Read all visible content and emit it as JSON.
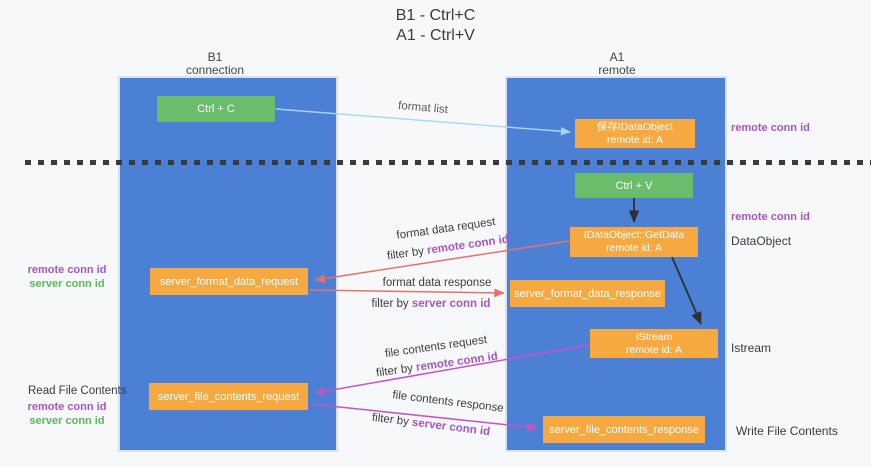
{
  "title": {
    "line1": "B1 - Ctrl+C",
    "line2": "A1 - Ctrl+V"
  },
  "lanes": {
    "left": {
      "title": "B1",
      "subtitle": "connection"
    },
    "right": {
      "title": "A1",
      "subtitle": "remote"
    }
  },
  "boxes": {
    "ctrl_c": {
      "label": "Ctrl + C"
    },
    "ctrl_v": {
      "label": "Ctrl + V"
    },
    "save_idataobject": {
      "line1": "保存IDataObject",
      "line2": "remote id: A"
    },
    "idataobject_getdata": {
      "line1": "IDataObject::GetData",
      "line2": "remote id: A"
    },
    "istream": {
      "line1": "IStream",
      "line2": "remote id: A"
    },
    "server_format_data_request": {
      "label": "server_format_data_request"
    },
    "server_format_data_response": {
      "label": "server_format_data_response"
    },
    "server_file_contents_request": {
      "label": "server_file_contents_request"
    },
    "server_file_contents_response": {
      "label": "server_file_contents_response"
    }
  },
  "arrow_labels": {
    "format_list": "format list",
    "format_data_request": "format data request",
    "format_data_request_filter_prefix": "filter by ",
    "format_data_request_filter_key": "remote conn id",
    "format_data_response": "format data response",
    "format_data_response_filter_prefix": "filter by ",
    "format_data_response_filter_key": "server conn id",
    "file_contents_request": "file contents request",
    "file_contents_request_filter_prefix": "filter by ",
    "file_contents_request_filter_key": "remote conn id",
    "file_contents_response": "file contents response",
    "file_contents_response_filter_prefix": "filter by ",
    "file_contents_response_filter_key": "server conn id"
  },
  "annotations": {
    "right": {
      "remote_conn_id_top": "remote conn id",
      "remote_conn_id_mid": "remote conn id",
      "dataobject": "DataObject",
      "istream": "Istream",
      "write_file_contents": "Write File Contents"
    },
    "left": {
      "remote_conn_id_top": "remote conn id",
      "server_conn_id_top": "server conn id",
      "read_file_contents": "Read File Contents",
      "remote_conn_id_bottom": "remote conn id",
      "server_conn_id_bottom": "server conn id"
    }
  },
  "colors": {
    "lane_blue": "#4b80d5",
    "box_orange": "#f7a941",
    "box_green": "#6abd6a",
    "arrow_blue": "#a9d5f5",
    "arrow_black": "#2f2f2f",
    "arrow_red": "#e57070",
    "arrow_magenta": "#c653c6",
    "label_purple": "#a855c8",
    "label_green": "#5cb85c"
  }
}
